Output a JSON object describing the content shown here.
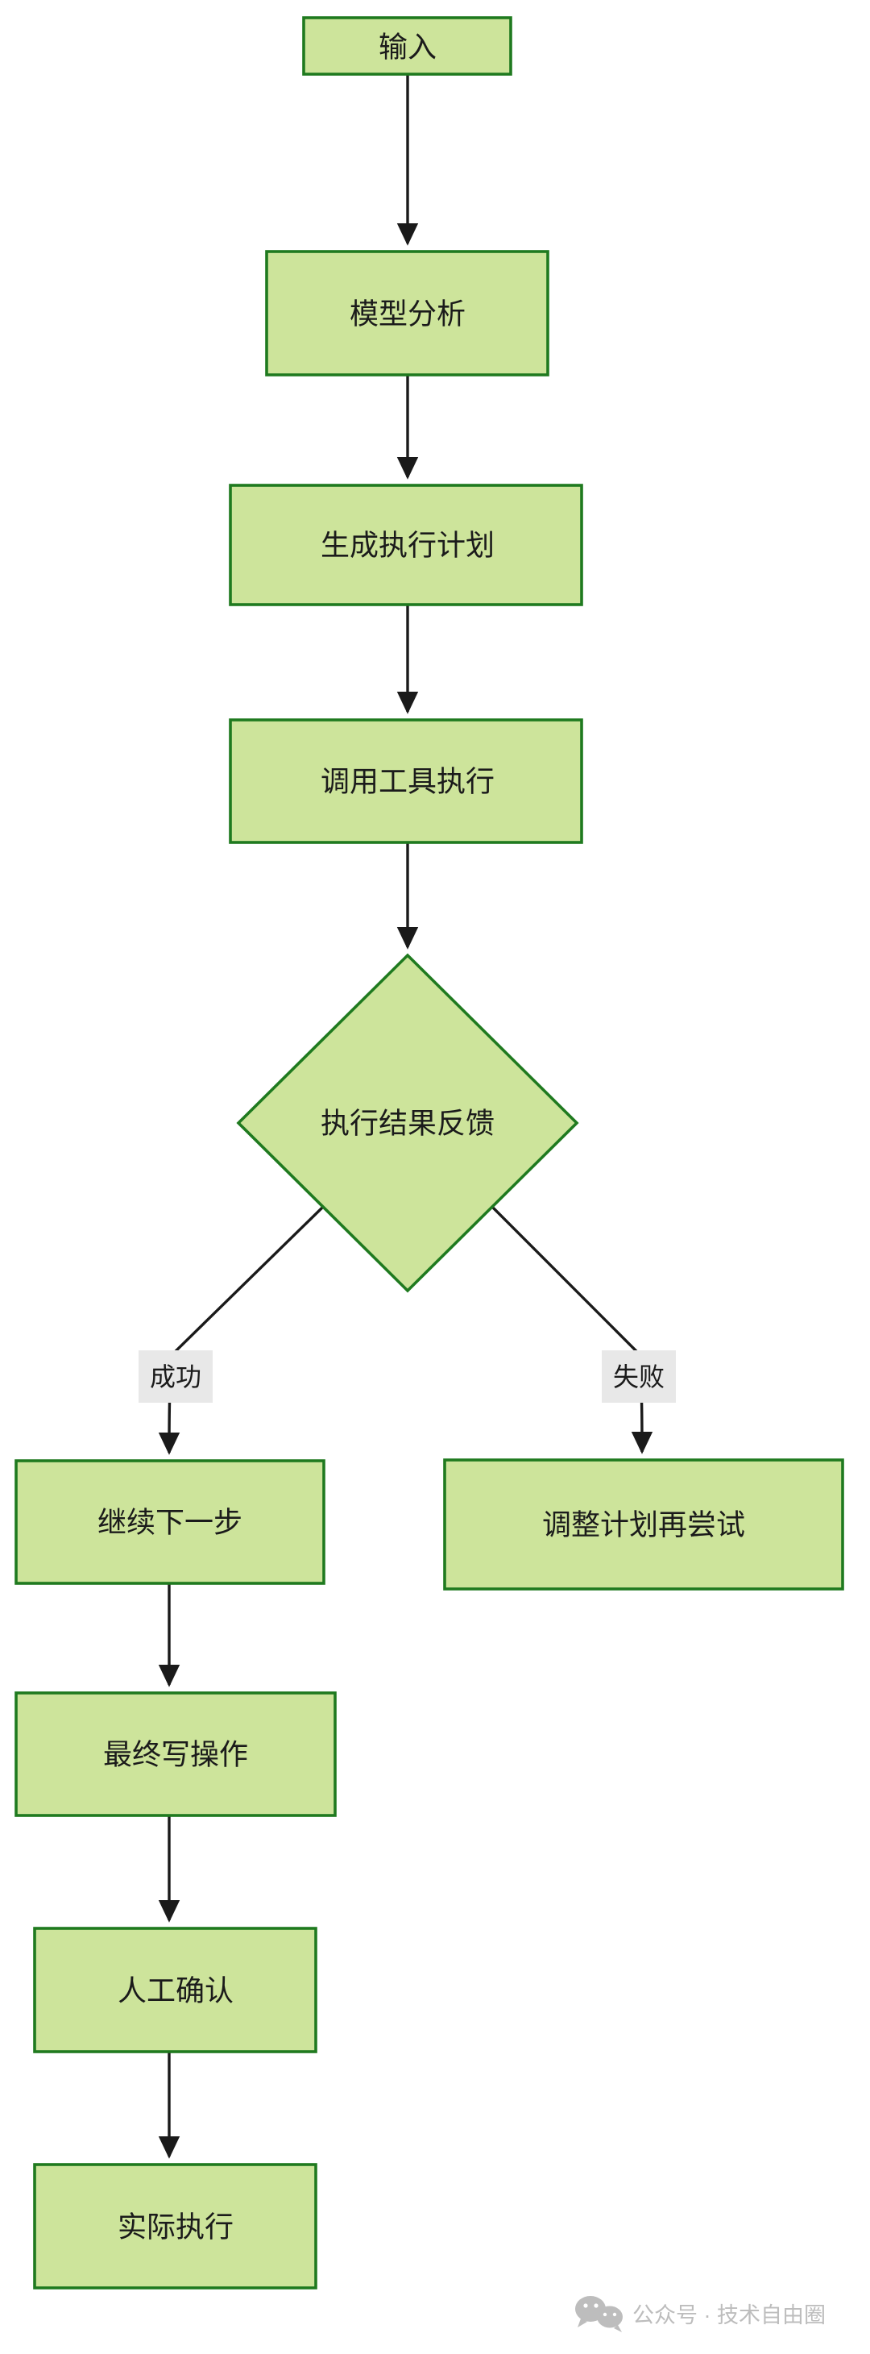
{
  "diagram": {
    "title": "",
    "type": "flowchart",
    "direction": "top-to-bottom",
    "background_color": "#ffffff",
    "node_fill_color": "#cde49b",
    "node_border_color": "#1f7a1f",
    "edge_color": "#1a1a1a",
    "label_background_color": "#e8e8e8",
    "text_color": "#1b1b1b",
    "nodes": [
      {
        "id": "input",
        "label": "输入",
        "shape": "rect"
      },
      {
        "id": "analyze",
        "label": "模型分析",
        "shape": "rect"
      },
      {
        "id": "plan",
        "label": "生成执行计划",
        "shape": "rect"
      },
      {
        "id": "invoke",
        "label": "调用工具执行",
        "shape": "rect"
      },
      {
        "id": "feedback",
        "label": "执行结果反馈",
        "shape": "diamond"
      },
      {
        "id": "next",
        "label": "继续下一步",
        "shape": "rect"
      },
      {
        "id": "retry",
        "label": "调整计划再尝试",
        "shape": "rect"
      },
      {
        "id": "write",
        "label": "最终写操作",
        "shape": "rect"
      },
      {
        "id": "confirm",
        "label": "人工确认",
        "shape": "rect"
      },
      {
        "id": "execute",
        "label": "实际执行",
        "shape": "rect"
      }
    ],
    "edges": [
      {
        "from": "input",
        "to": "analyze",
        "label": ""
      },
      {
        "from": "analyze",
        "to": "plan",
        "label": ""
      },
      {
        "from": "plan",
        "to": "invoke",
        "label": ""
      },
      {
        "from": "invoke",
        "to": "feedback",
        "label": ""
      },
      {
        "from": "feedback",
        "to": "next",
        "label": "成功"
      },
      {
        "from": "feedback",
        "to": "retry",
        "label": "失败"
      },
      {
        "from": "next",
        "to": "write",
        "label": ""
      },
      {
        "from": "write",
        "to": "confirm",
        "label": ""
      },
      {
        "from": "confirm",
        "to": "execute",
        "label": ""
      }
    ]
  },
  "watermark": {
    "icon": "wechat-icon",
    "text": "公众号 · 技术自由圈"
  }
}
